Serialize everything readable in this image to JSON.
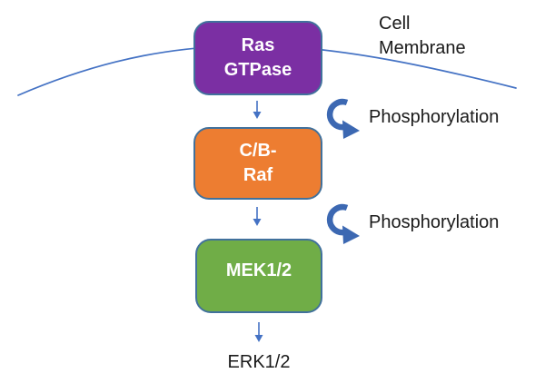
{
  "diagram": {
    "membrane_label": {
      "line1": "Cell",
      "line2": "Membrane"
    },
    "phospho1_label": "Phosphorylation",
    "phospho2_label": "Phosphorylation",
    "erk_label": "ERK1/2",
    "nodes": {
      "ras": {
        "line1": "Ras",
        "line2": "GTPase",
        "fill": "#7B2FA3"
      },
      "raf": {
        "line1": "C/B-",
        "line2": "Raf",
        "fill": "#ED7D31"
      },
      "mek": {
        "line1": "MEK1/2",
        "fill": "#70AD47"
      }
    }
  },
  "colors": {
    "membrane_line": "#4472C4",
    "flow_arrow": "#4472C4",
    "phospho_arrow": "#3C68B2",
    "node_border": "#41719C",
    "node_text": "#FFFFFF",
    "label_text": "#1A1A1A"
  }
}
